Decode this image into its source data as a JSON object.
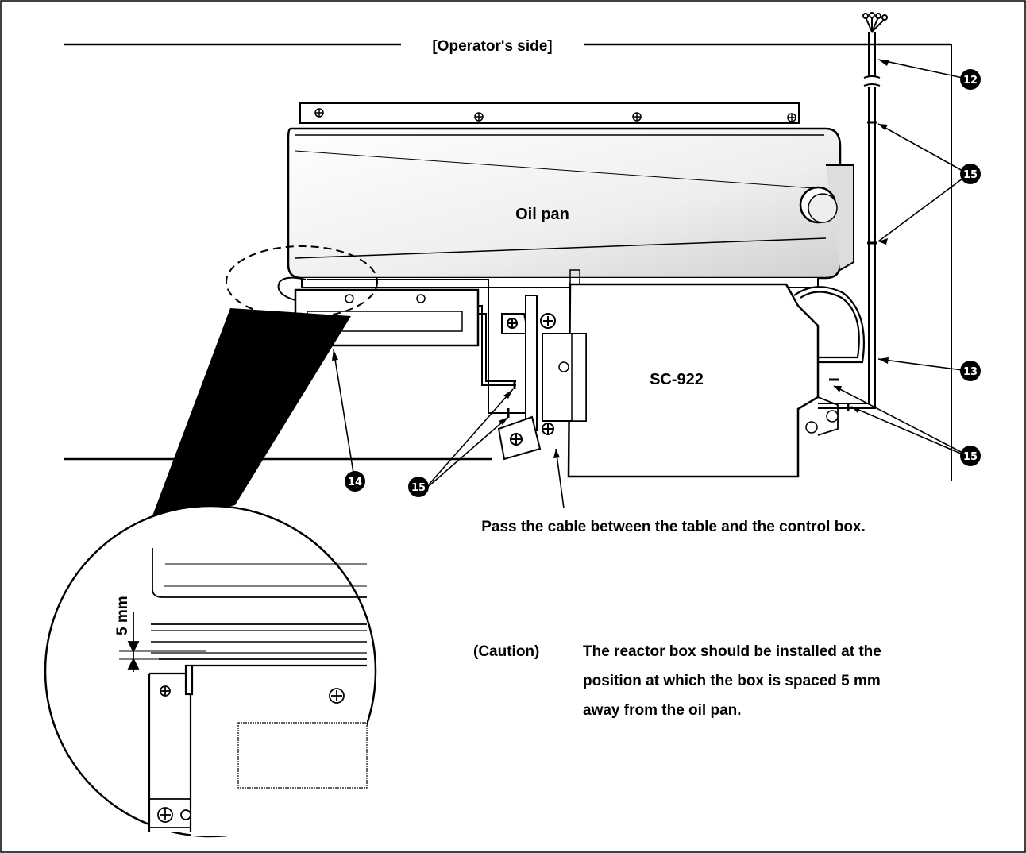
{
  "labels": {
    "operators_side": "[Operator's side]",
    "oil_pan": "Oil pan",
    "control_box": "SC-922",
    "cable_note": "Pass the cable between the table and the control box.",
    "dimension": "5 mm",
    "caution_tag": "(Caution)",
    "caution_line1": "The reactor box should be installed at the",
    "caution_line2": "position at which the box is spaced 5 mm",
    "caution_line3": "away from the oil pan."
  },
  "callouts": {
    "c12": "12",
    "c13": "13",
    "c14": "14",
    "c15": "15"
  },
  "colors": {
    "ink": "#000000",
    "paper": "#ffffff",
    "oil_pan_shade": "#d9d9d9"
  }
}
